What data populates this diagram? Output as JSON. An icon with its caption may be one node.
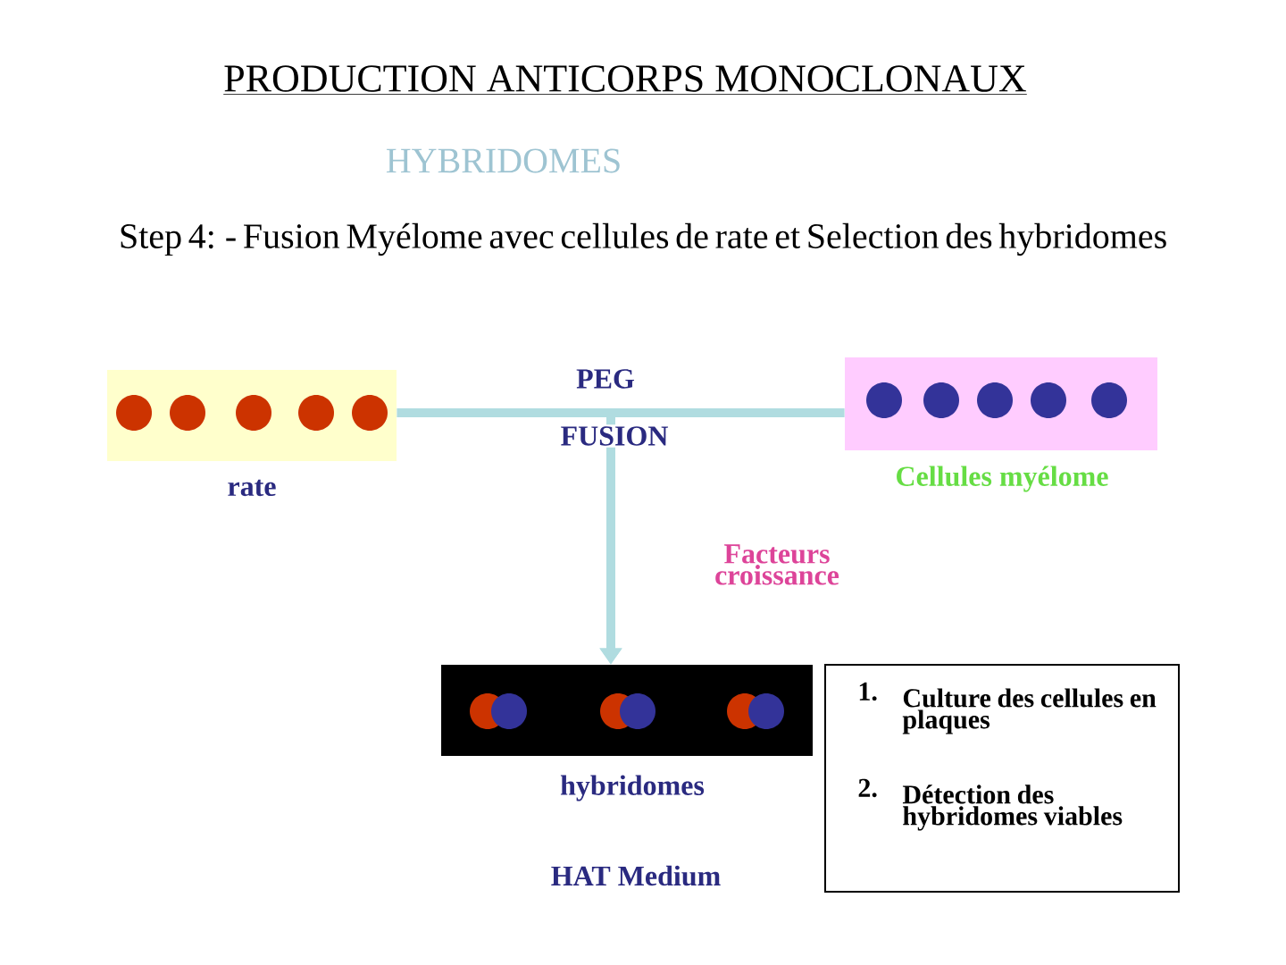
{
  "diagram": {
    "title": "PRODUCTION ANTICORPS MONOCLONAUX",
    "nodes": [
      {
        "text": [],
        "shape": "box",
        "beside": [
          "rate"
        ]
      },
      {
        "text": [],
        "shape": "box",
        "beside": [
          "Cellules myélome"
        ]
      },
      {
        "text": [],
        "shape": "box",
        "beside": [
          "hybridomes"
        ]
      },
      {
        "text": [
          "1.",
          "Culture des cellules en plaques",
          "2.",
          "Détection des hybridomes viables"
        ]
      }
    ],
    "edges": [
      {
        "from": 0,
        "to": 2,
        "arrow": "to"
      },
      {
        "from": 1,
        "to": 2,
        "arrow": "to"
      }
    ],
    "labels": [
      "HYBRIDOMES",
      "Step 4: - Fusion Myélome avec cellules de rate et Selection des hybridomes",
      "PEG",
      "FUSION",
      "Facteurs croissance",
      "HAT Medium"
    ]
  }
}
